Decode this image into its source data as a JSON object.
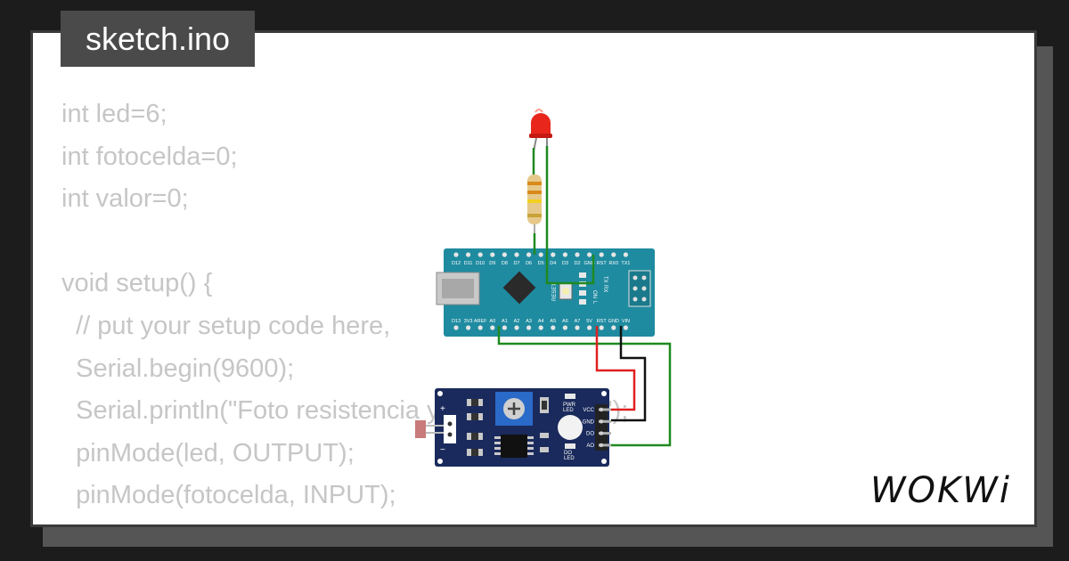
{
  "header": {
    "filename": "sketch.ino"
  },
  "code_lines": [
    "int led=6;",
    "int fotocelda=0;",
    "int valor=0;",
    "",
    "void setup() {",
    "  // put your setup code here,",
    "  Serial.begin(9600);",
    "  Serial.println(\"Foto resistencia y Arduino Nano\");",
    "  pinMode(led, OUTPUT);",
    "  pinMode(fotocelda, INPUT);"
  ],
  "board": {
    "top_pins": [
      "D12",
      "D11",
      "D10",
      "D9",
      "D8",
      "D7",
      "D6",
      "D5",
      "D4",
      "D3",
      "D2",
      "GND",
      "RST",
      "RX0",
      "TX1"
    ],
    "bottom_pins": [
      "D13",
      "3V3",
      "AREF",
      "A0",
      "A1",
      "A2",
      "A3",
      "A4",
      "A5",
      "A6",
      "A7",
      "5V",
      "RST",
      "GND",
      "VIN"
    ],
    "status_labels": [
      "TX",
      "RX",
      "ON",
      "L"
    ],
    "reset_label": "RESET"
  },
  "sensor": {
    "pins": [
      "VCC",
      "GND",
      "DO",
      "AO"
    ],
    "pwr_led_label": [
      "PWR",
      "LED"
    ],
    "do_led_label": [
      "DO",
      "LED"
    ],
    "plus": "+",
    "minus": "−"
  },
  "colors": {
    "wire_green": "#1f8a1f",
    "wire_red": "#e02020",
    "wire_black": "#111111",
    "board": "#1f8ba0",
    "sensor": "#1a2a5c",
    "led": "#e8261c"
  },
  "branding": {
    "logo": "WOKWi"
  }
}
